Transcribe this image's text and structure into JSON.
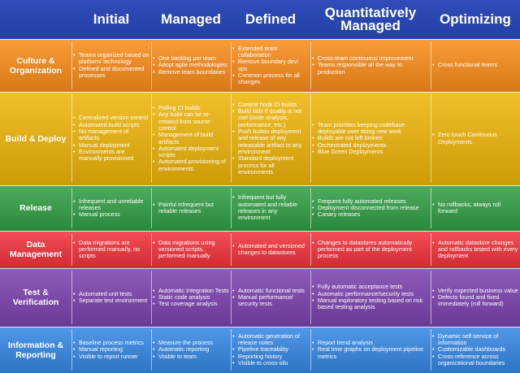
{
  "columns": [
    "Initial",
    "Managed",
    "Defined",
    "Quantitatively Managed",
    "Optimizing"
  ],
  "rows": [
    {
      "label": "Culture & Organization",
      "color": "#e98a28",
      "cells": [
        [
          "Teams organized based on platform/ technology",
          "Defined and documented processes"
        ],
        [
          "One backlog per team",
          "Adopt agile methodologies",
          "Remove team boundaries"
        ],
        [
          "Extended team collaboration",
          "Remove boundary dev/ ops",
          "Common process for all changes"
        ],
        [
          "Cross-team continuous improvement",
          "Teams responsible all the way to production"
        ],
        [
          "Cross functional teams"
        ]
      ]
    },
    {
      "label": "Build & Deploy",
      "color": "#e0ad1a",
      "cells": [
        [
          "Centralized version control",
          "Automated build scripts",
          "No management of artifacts",
          "Manual deployment",
          "Environments are manually provisioned"
        ],
        [
          "Polling CI builds",
          "Any build can be re-created from source control",
          "Management of build artifacts",
          "Automated deployment scripts",
          "Automated provisioning of environments"
        ],
        [
          "Commit hook CI builds",
          "Build fails if quality is not met (code analysis, performance, etc.)",
          "Push button deployment and release of any releasable artifact to any environment",
          "Standard deployment process for all environments"
        ],
        [
          "Team priorities keeping codebase deployable over doing new work",
          "Builds are not left broken",
          "Orchestrated deployments",
          "Blue Green Deployments"
        ],
        [
          "Zero touch Continuous Deployments"
        ]
      ]
    },
    {
      "label": "Release",
      "color": "#3c9a4c",
      "cells": [
        [
          "Infrequent and unreliable releases",
          "Manual process"
        ],
        [
          "Painful infrequent but reliable releases"
        ],
        [
          "Infrequent but fully automated and reliable releases in any environment"
        ],
        [
          "Frequent fully automated releases",
          "Deployment disconnected from release",
          "Canary releases"
        ],
        [
          "No rollbacks, always roll forward"
        ]
      ]
    },
    {
      "label": "Data Management",
      "color": "#e23d45",
      "cells": [
        [
          "Data migrations are performed manually, no scripts"
        ],
        [
          "Data migrations using versioned scripts, performed manually"
        ],
        [
          "Automated and versioned changes to datastores"
        ],
        [
          "Changes to datastores automatically performed as part of the deployment process"
        ],
        [
          "Automatic datastore changes and rollbacks tested with every deployment"
        ]
      ]
    },
    {
      "label": "Test & Verification",
      "color": "#7d4aa8",
      "cells": [
        [
          "Automated unit tests",
          "Separate test environment"
        ],
        [
          "Automatic Integration Tests",
          "Static code analysis",
          "Test coverage analysis"
        ],
        [
          "Automatic functional tests",
          "Manual performance/ security tests"
        ],
        [
          "Fully automatic acceptance tests",
          "Automatic performance/security tests",
          "Manual exploratory testing based on risk based testing analysis"
        ],
        [
          "Verify expected business value",
          "Defects found and fixed immediately (roll forward)"
        ]
      ]
    },
    {
      "label": "Information & Reporting",
      "color": "#3f86d6",
      "cells": [
        [
          "Baseline process metrics",
          "Manual reporting",
          "Visible to report runner"
        ],
        [
          "Measure the process",
          "Automatic reporting",
          "Visible to team"
        ],
        [
          "Automatic generation of release notes",
          "Pipeline traceability",
          "Reporting history",
          "Visible to cross-silo"
        ],
        [
          "Report trend analysis",
          "Real time graphs on deployment pipeline metrics"
        ],
        [
          "Dynamic self-service of information",
          "Customizable dashboards",
          "Cross-reference across organizational boundaries"
        ]
      ]
    }
  ]
}
